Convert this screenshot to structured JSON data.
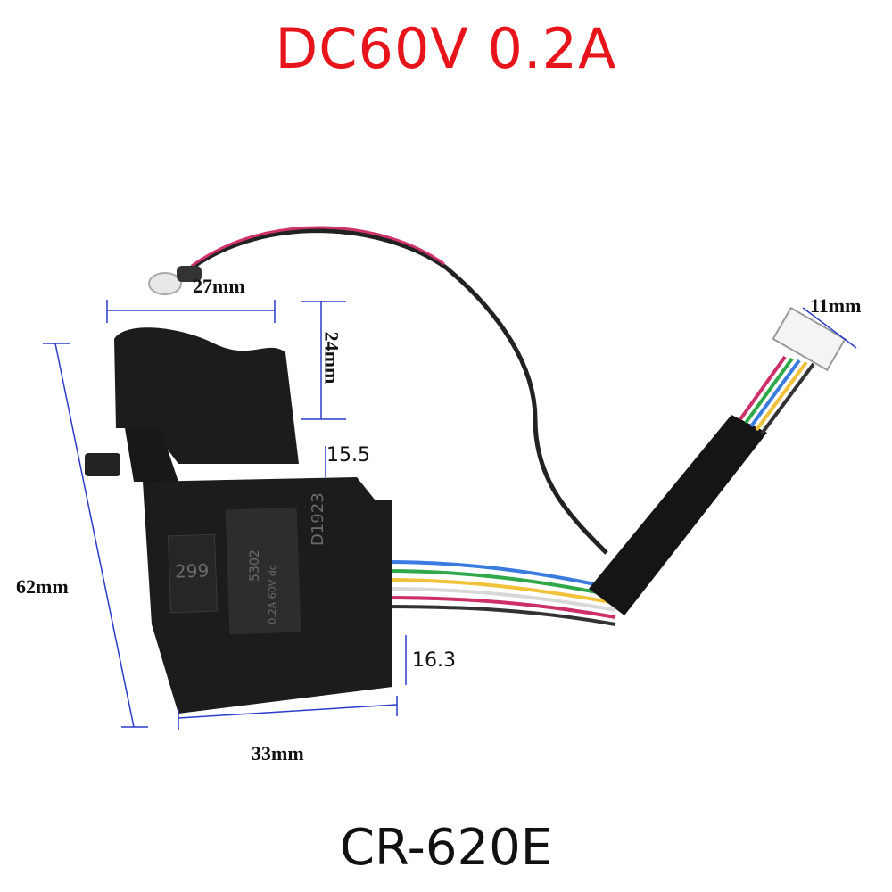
{
  "title": "DC60V 0.2A",
  "model": "CR-620E",
  "dimensions": {
    "trigger_width": "27mm",
    "trigger_height": "24mm",
    "step_a": "15.5",
    "total_height": "62mm",
    "step_b": "16.3",
    "body_width": "33mm",
    "connector_width": "11mm"
  },
  "switch_markings": {
    "code_box": "299",
    "date_code": "D1923",
    "part_no": "5302",
    "rating": "0.2A 60V dc"
  },
  "colors": {
    "title": "#e8141b",
    "dimension_lines": "#2a3cc8",
    "switch_body": "#1c1c1c"
  }
}
